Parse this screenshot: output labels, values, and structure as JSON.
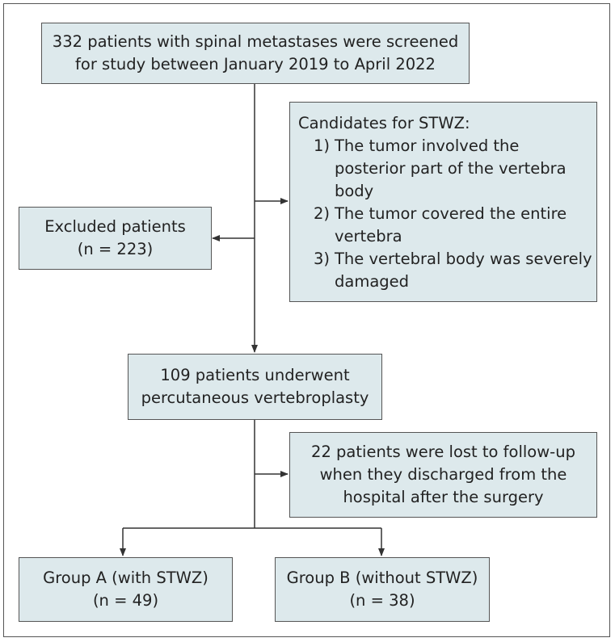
{
  "screening": {
    "lines": [
      "332 patients with spinal metastases were screened",
      "for study between January 2019 to April 2022"
    ]
  },
  "candidates": {
    "title": "Candidates for STWZ:",
    "criteria": [
      {
        "num": "1)",
        "lines": [
          "The tumor involved the",
          "posterior part of the vertebra",
          "body"
        ]
      },
      {
        "num": "2)",
        "lines": [
          "The tumor covered the entire",
          "vertebra"
        ]
      },
      {
        "num": "3)",
        "lines": [
          "The vertebral body was severely",
          "damaged"
        ]
      }
    ]
  },
  "excluded": {
    "lines": [
      "Excluded patients",
      "(n = 223)"
    ]
  },
  "vertebroplasty": {
    "lines": [
      "109 patients underwent",
      "percutaneous vertebroplasty"
    ]
  },
  "lost": {
    "lines": [
      "22 patients were lost to follow-up",
      "when they discharged from the",
      "hospital after the surgery"
    ]
  },
  "group_a": {
    "lines": [
      "Group A (with STWZ)",
      "(n = 49)"
    ]
  },
  "group_b": {
    "lines": [
      "Group B (without STWZ)",
      "(n = 38)"
    ]
  },
  "colors": {
    "box_fill": "#dde9ec",
    "line": "#333333"
  }
}
